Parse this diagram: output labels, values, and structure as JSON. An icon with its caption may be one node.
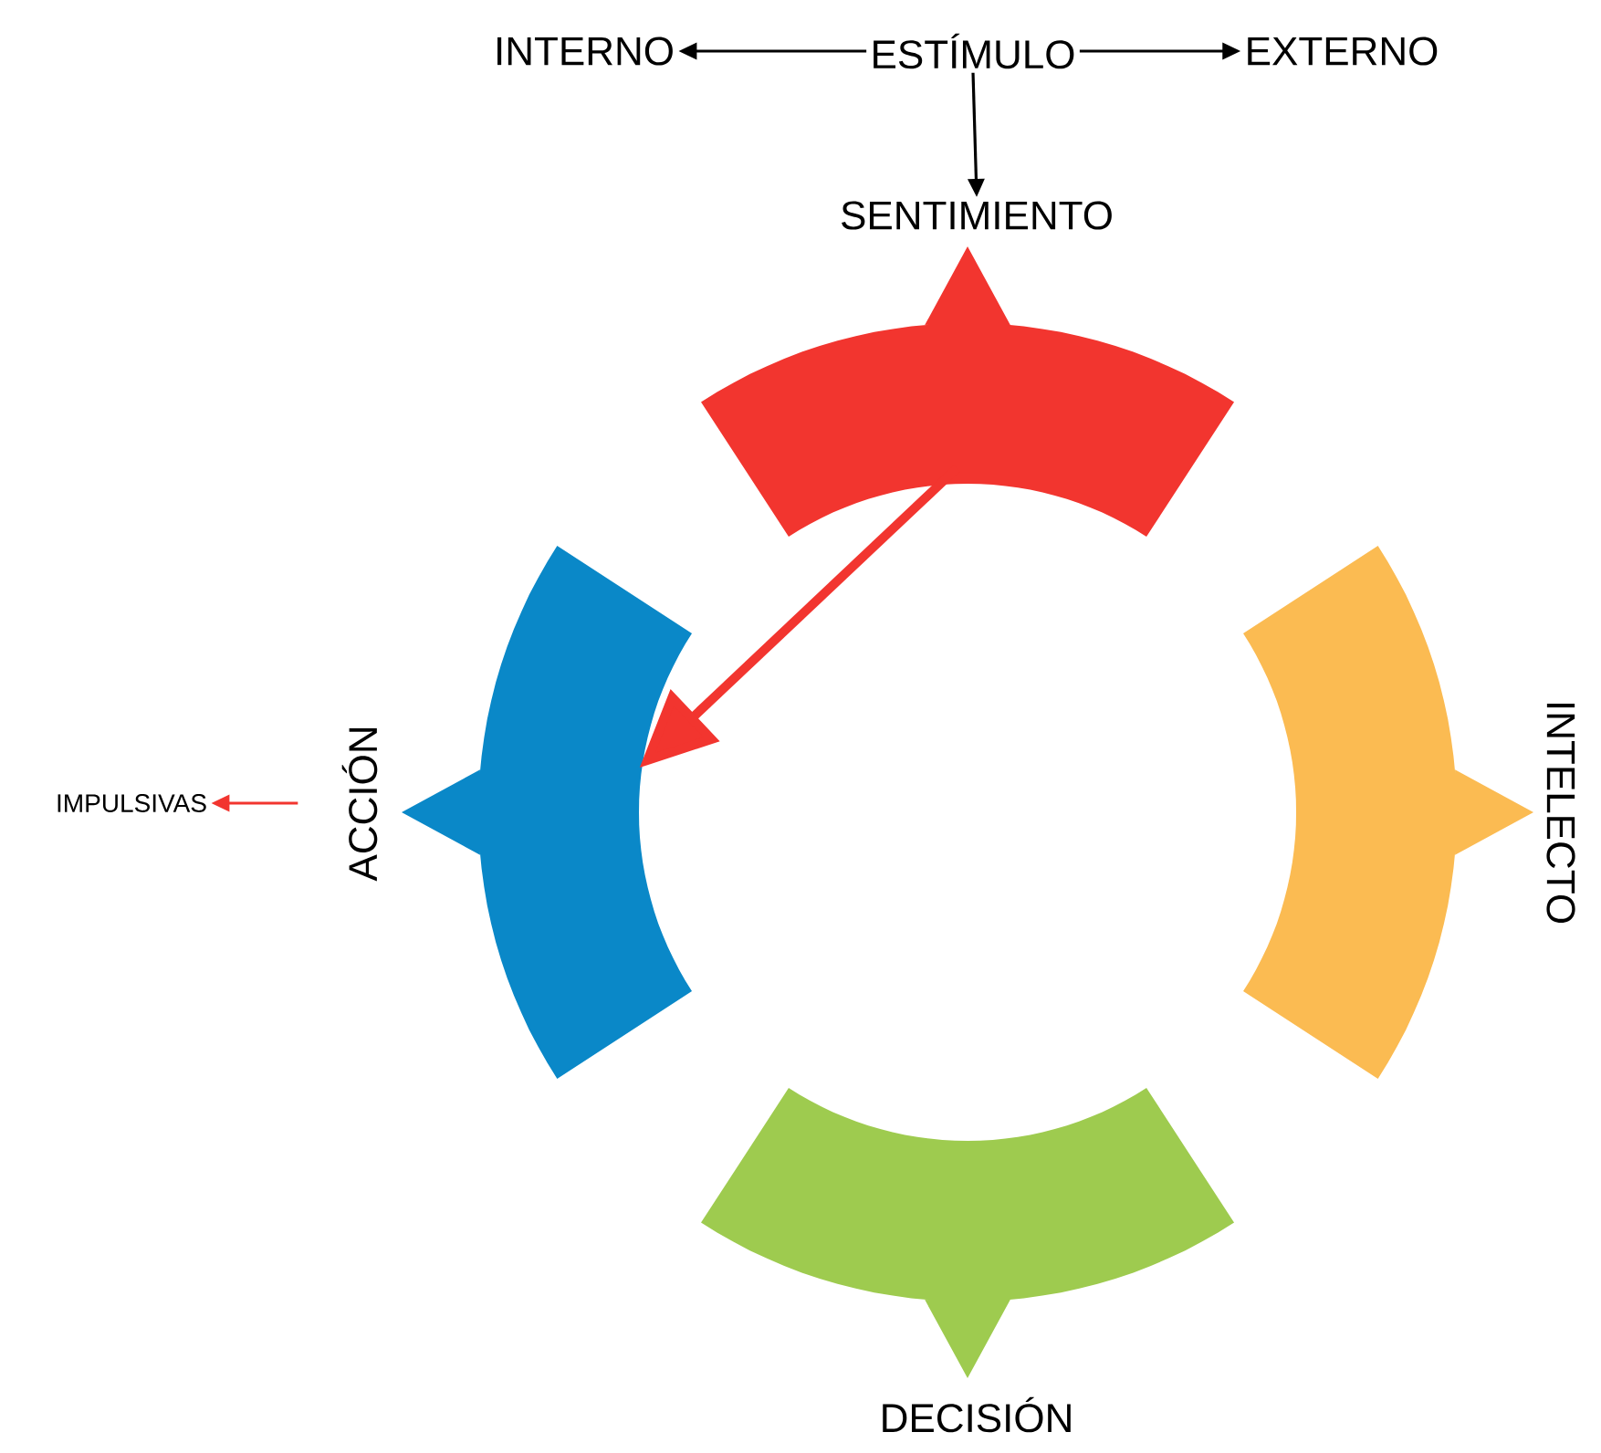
{
  "diagram": {
    "nodes": [
      {
        "text": [
          "INTERNO"
        ]
      },
      {
        "text": [
          "ESTÍMULO"
        ]
      },
      {
        "text": [
          "EXTERNO"
        ]
      },
      {
        "text": [
          "SENTIMIENTO"
        ]
      },
      {
        "text": [
          "INTELECTO"
        ]
      },
      {
        "text": [
          "DECISIÓN"
        ]
      },
      {
        "text": [
          "ACCIÓN"
        ]
      },
      {
        "text": [
          "IMPULSIVAS"
        ]
      }
    ],
    "edges": [
      {
        "from": 1,
        "to": 0,
        "arrow": "to"
      },
      {
        "from": 1,
        "to": 2,
        "arrow": "to"
      },
      {
        "from": 1,
        "to": 3,
        "arrow": "to"
      },
      {
        "from": 3,
        "to": 6,
        "arrow": "to",
        "style": "thick",
        "color": "#f2352f"
      },
      {
        "from": 6,
        "to": 7,
        "arrow": "to",
        "color": "#f2352f"
      }
    ]
  }
}
